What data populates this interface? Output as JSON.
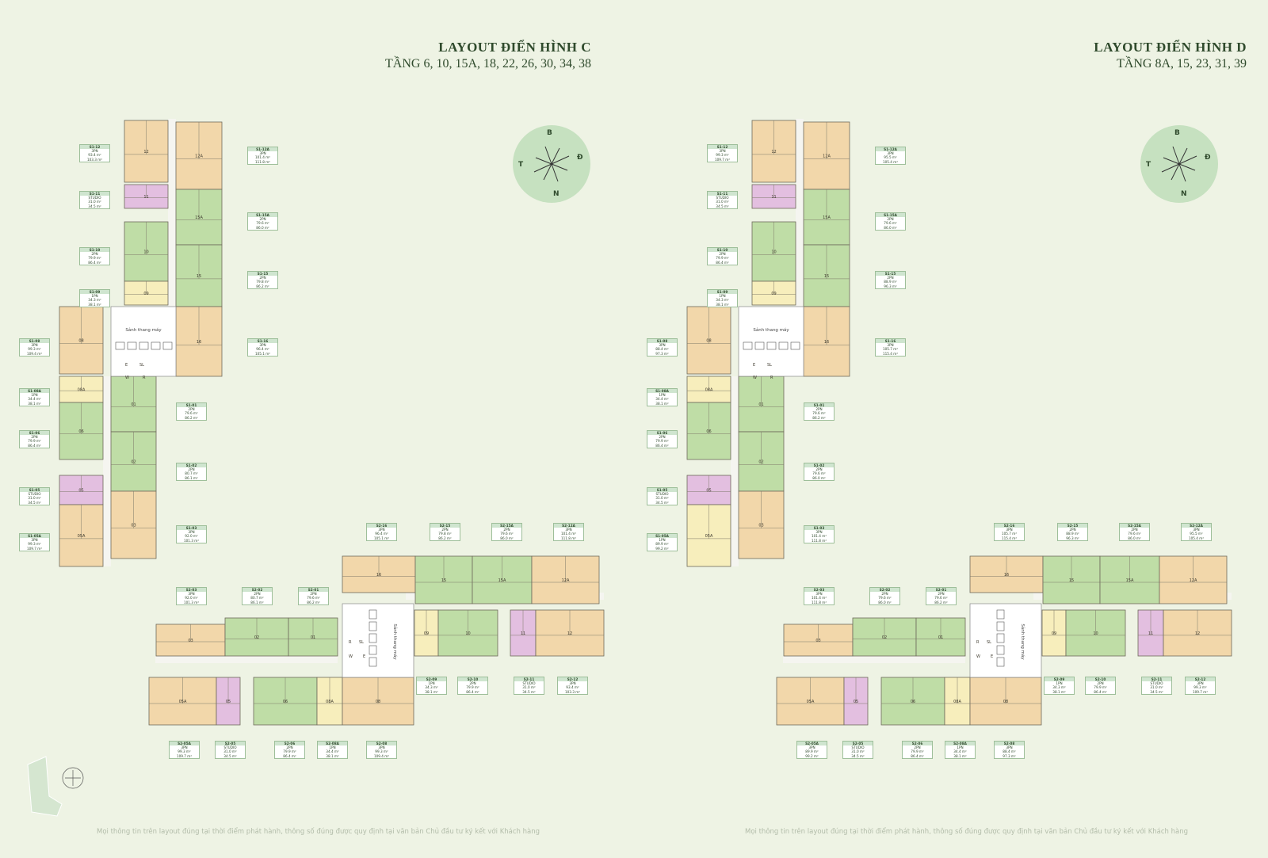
{
  "titles": {
    "c": {
      "name": "LAYOUT ĐIỂN HÌNH C",
      "floors": "TẦNG 6, 10, 15A, 18, 22, 26, 30, 34, 38"
    },
    "d": {
      "name": "LAYOUT ĐIỂN HÌNH D",
      "floors": "TẦNG 8A, 15, 23, 31, 39"
    }
  },
  "compass": {
    "north": "B",
    "south": "N",
    "east": "Đ",
    "west": "T"
  },
  "lobby_label": "Sảnh thang máy",
  "room_marks": {
    "east": "E",
    "west": "W",
    "r": "R",
    "sl": "SL"
  },
  "footnote": "Mọi thông tin trên layout đúng tại thời điểm phát hành, thông số đúng được quy định tại văn bản Chủ đầu tư ký kết với Khách hàng",
  "colors": {
    "bg": "#eef3e4",
    "three_bedroom": "#f2d7aa",
    "two_bedroom": "#bfdda6",
    "one_bedroom": "#f7eebc",
    "studio": "#e3bfe0",
    "core": "#ffffff",
    "accent": "#2f4a2c"
  },
  "layout_c": {
    "s1_units": [
      "12",
      "12A",
      "11",
      "15A",
      "10",
      "15",
      "09",
      "16",
      "08",
      "08A",
      "01",
      "06",
      "02",
      "05",
      "03",
      "05A"
    ],
    "s2_units": [
      "16",
      "15",
      "15A",
      "12A",
      "03",
      "02",
      "01",
      "09",
      "10",
      "11",
      "12",
      "05A",
      "05",
      "06",
      "08A",
      "08"
    ],
    "labels": [
      {
        "code": "S1-12",
        "type": "3PN",
        "a1": "93.4 m²",
        "a2": "103.3 m²"
      },
      {
        "code": "S1-12A",
        "type": "3PN",
        "a1": "101.4 m²",
        "a2": "111.8 m²"
      },
      {
        "code": "S1-11",
        "type": "STUDIO",
        "a1": "31.0 m²",
        "a2": "34.5 m²"
      },
      {
        "code": "S1-15A",
        "type": "2PN",
        "a1": "79.6 m²",
        "a2": "86.0 m²"
      },
      {
        "code": "S1-10",
        "type": "2PN",
        "a1": "79.9 m²",
        "a2": "86.4 m²"
      },
      {
        "code": "S1-15",
        "type": "2PN",
        "a1": "79.8 m²",
        "a2": "86.2 m²"
      },
      {
        "code": "S1-09",
        "type": "1PN",
        "a1": "34.3 m²",
        "a2": "38.1 m²"
      },
      {
        "code": "S1-08",
        "type": "3PN",
        "a1": "99.3 m²",
        "a2": "109.4 m²"
      },
      {
        "code": "S1-16",
        "type": "3PN",
        "a1": "96.4 m²",
        "a2": "105.1 m²"
      },
      {
        "code": "S1-08A",
        "type": "1PN",
        "a1": "34.4 m²",
        "a2": "38.1 m²"
      },
      {
        "code": "S1-01",
        "type": "2PN",
        "a1": "79.6 m²",
        "a2": "86.2 m²"
      },
      {
        "code": "S1-06",
        "type": "2PN",
        "a1": "79.9 m²",
        "a2": "86.4 m²"
      },
      {
        "code": "S1-02",
        "type": "2PN",
        "a1": "80.7 m²",
        "a2": "86.1 m²"
      },
      {
        "code": "S1-05",
        "type": "STUDIO",
        "a1": "31.0 m²",
        "a2": "34.5 m²"
      },
      {
        "code": "S1-03",
        "type": "3PN",
        "a1": "92.0 m²",
        "a2": "101.3 m²"
      },
      {
        "code": "S1-05A",
        "type": "3PN",
        "a1": "99.3 m²",
        "a2": "109.7 m²"
      },
      {
        "code": "S2-16",
        "type": "3PN",
        "a1": "96.4 m²",
        "a2": "105.1 m²"
      },
      {
        "code": "S2-15",
        "type": "2PN",
        "a1": "79.8 m²",
        "a2": "86.2 m²"
      },
      {
        "code": "S2-15A",
        "type": "2PN",
        "a1": "79.6 m²",
        "a2": "86.0 m²"
      },
      {
        "code": "S2-12A",
        "type": "3PN",
        "a1": "101.4 m²",
        "a2": "111.8 m²"
      },
      {
        "code": "S2-03",
        "type": "3PN",
        "a1": "92.0 m²",
        "a2": "101.3 m²"
      },
      {
        "code": "S2-02",
        "type": "2PN",
        "a1": "80.7 m²",
        "a2": "86.1 m²"
      },
      {
        "code": "S2-01",
        "type": "2PN",
        "a1": "79.6 m²",
        "a2": "86.2 m²"
      },
      {
        "code": "S2-09",
        "type": "1PN",
        "a1": "34.3 m²",
        "a2": "38.1 m²"
      },
      {
        "code": "S2-10",
        "type": "2PN",
        "a1": "79.9 m²",
        "a2": "86.4 m²"
      },
      {
        "code": "S2-11",
        "type": "STUDIO",
        "a1": "31.0 m²",
        "a2": "34.5 m²"
      },
      {
        "code": "S2-12",
        "type": "3PN",
        "a1": "93.4 m²",
        "a2": "103.3 m²"
      },
      {
        "code": "S2-05A",
        "type": "3PN",
        "a1": "99.3 m²",
        "a2": "109.7 m²"
      },
      {
        "code": "S2-05",
        "type": "STUDIO",
        "a1": "31.0 m²",
        "a2": "34.5 m²"
      },
      {
        "code": "S2-06",
        "type": "2PN",
        "a1": "79.9 m²",
        "a2": "86.4 m²"
      },
      {
        "code": "S2-08A",
        "type": "1PN",
        "a1": "34.4 m²",
        "a2": "38.1 m²"
      },
      {
        "code": "S2-08",
        "type": "3PN",
        "a1": "99.3 m²",
        "a2": "109.4 m²"
      }
    ]
  },
  "layout_d": {
    "labels": [
      {
        "code": "S1-12",
        "type": "3PN",
        "a1": "99.3 m²",
        "a2": "109.7 m²"
      },
      {
        "code": "S1-12A",
        "type": "3PN",
        "a1": "95.5 m²",
        "a2": "105.4 m²"
      },
      {
        "code": "S1-11",
        "type": "STUDIO",
        "a1": "31.0 m²",
        "a2": "34.5 m²"
      },
      {
        "code": "S1-15A",
        "type": "2PN",
        "a1": "79.6 m²",
        "a2": "86.0 m²"
      },
      {
        "code": "S1-10",
        "type": "2PN",
        "a1": "79.9 m²",
        "a2": "86.4 m²"
      },
      {
        "code": "S1-15",
        "type": "2PN",
        "a1": "88.9 m²",
        "a2": "96.3 m²"
      },
      {
        "code": "S1-09",
        "type": "1PN",
        "a1": "34.3 m²",
        "a2": "38.1 m²"
      },
      {
        "code": "S1-08",
        "type": "3PN",
        "a1": "88.4 m²",
        "a2": "97.3 m²"
      },
      {
        "code": "S1-16",
        "type": "3PN",
        "a1": "105.7 m²",
        "a2": "115.4 m²"
      },
      {
        "code": "S1-08A",
        "type": "1PN",
        "a1": "34.4 m²",
        "a2": "38.1 m²"
      },
      {
        "code": "S1-01",
        "type": "2PN",
        "a1": "79.6 m²",
        "a2": "86.2 m²"
      },
      {
        "code": "S1-06",
        "type": "2PN",
        "a1": "79.9 m²",
        "a2": "86.4 m²"
      },
      {
        "code": "S1-02",
        "type": "2PN",
        "a1": "79.6 m²",
        "a2": "86.0 m²"
      },
      {
        "code": "S1-05",
        "type": "STUDIO",
        "a1": "31.0 m²",
        "a2": "34.5 m²"
      },
      {
        "code": "S1-03",
        "type": "3PN",
        "a1": "101.4 m²",
        "a2": "111.8 m²"
      },
      {
        "code": "S1-05A",
        "type": "1PN",
        "a1": "89.9 m²",
        "a2": "99.2 m²"
      },
      {
        "code": "S2-16",
        "type": "3PN",
        "a1": "105.7 m²",
        "a2": "115.4 m²"
      },
      {
        "code": "S2-15",
        "type": "2PN",
        "a1": "88.9 m²",
        "a2": "96.3 m²"
      },
      {
        "code": "S2-15A",
        "type": "2PN",
        "a1": "79.6 m²",
        "a2": "86.0 m²"
      },
      {
        "code": "S2-12A",
        "type": "3PN",
        "a1": "95.5 m²",
        "a2": "105.4 m²"
      },
      {
        "code": "S2-03",
        "type": "3PN",
        "a1": "101.4 m²",
        "a2": "111.8 m²"
      },
      {
        "code": "S2-02",
        "type": "2PN",
        "a1": "79.6 m²",
        "a2": "86.0 m²"
      },
      {
        "code": "S2-01",
        "type": "2PN",
        "a1": "79.6 m²",
        "a2": "86.2 m²"
      },
      {
        "code": "S2-09",
        "type": "1PN",
        "a1": "34.3 m²",
        "a2": "38.1 m²"
      },
      {
        "code": "S2-10",
        "type": "2PN",
        "a1": "79.9 m²",
        "a2": "86.4 m²"
      },
      {
        "code": "S2-11",
        "type": "STUDIO",
        "a1": "31.0 m²",
        "a2": "34.5 m²"
      },
      {
        "code": "S2-12",
        "type": "3PN",
        "a1": "99.3 m²",
        "a2": "109.7 m²"
      },
      {
        "code": "S2-05A",
        "type": "3PN",
        "a1": "89.9 m²",
        "a2": "99.2 m²"
      },
      {
        "code": "S2-05",
        "type": "STUDIO",
        "a1": "31.0 m²",
        "a2": "34.5 m²"
      },
      {
        "code": "S2-06",
        "type": "2PN",
        "a1": "79.9 m²",
        "a2": "86.4 m²"
      },
      {
        "code": "S2-08A",
        "type": "1PN",
        "a1": "34.4 m²",
        "a2": "38.1 m²"
      },
      {
        "code": "S2-08",
        "type": "3PN",
        "a1": "88.4 m²",
        "a2": "97.3 m²"
      }
    ]
  }
}
